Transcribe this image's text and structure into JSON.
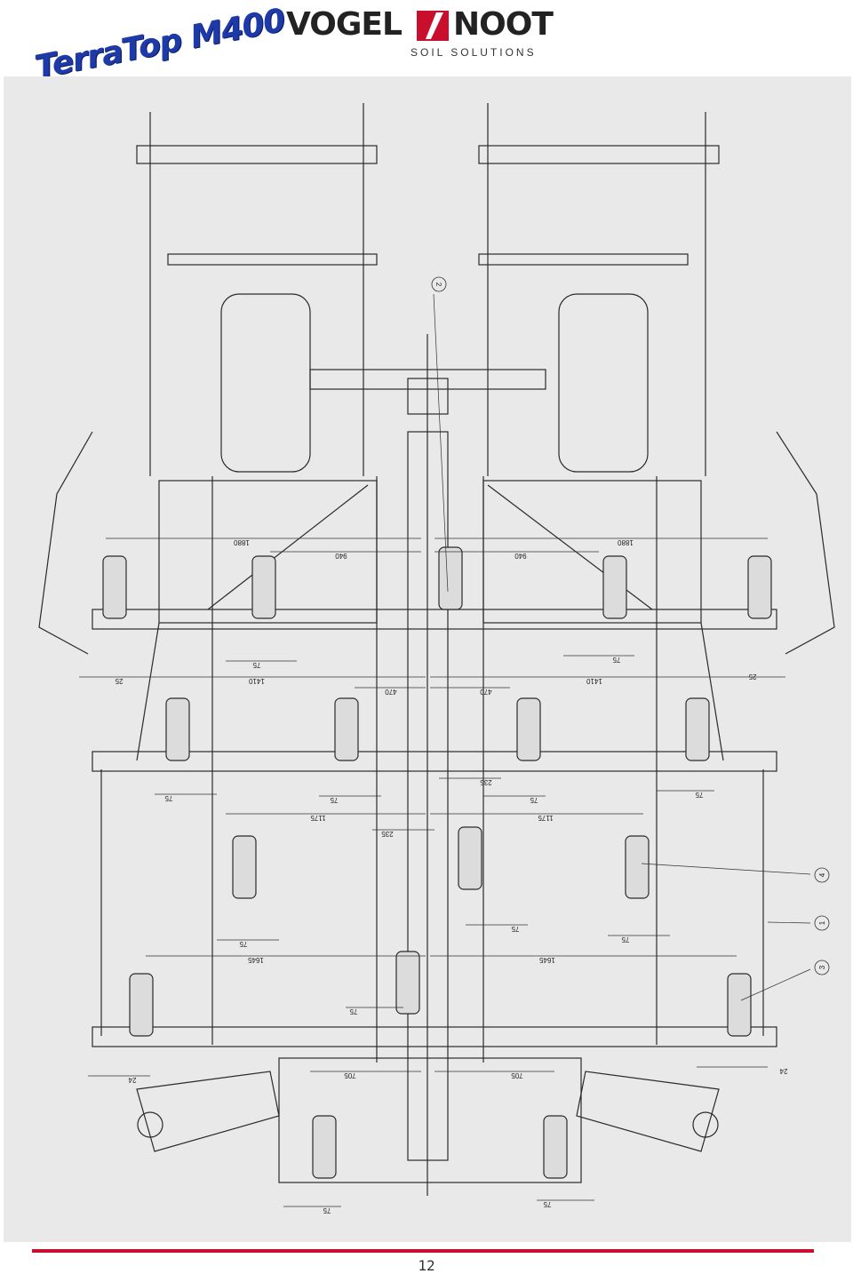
{
  "header": {
    "brand_left": "VOGEL",
    "brand_right": "NOOT",
    "brand_tagline": "SOIL SOLUTIONS",
    "product_title": "TerraTop M400"
  },
  "drawing": {
    "dimensions": {
      "d1880": "1880",
      "d940": "940",
      "d75": "75",
      "d1410": "1410",
      "d470": "470",
      "d25": "25",
      "d235": "235",
      "d1175": "1175",
      "d1645": "1645",
      "d705": "705",
      "d24": "24"
    },
    "callouts": [
      "2",
      "4",
      "1",
      "3"
    ]
  },
  "footer": {
    "page_number": "12",
    "accent_color": "#c8102e"
  }
}
